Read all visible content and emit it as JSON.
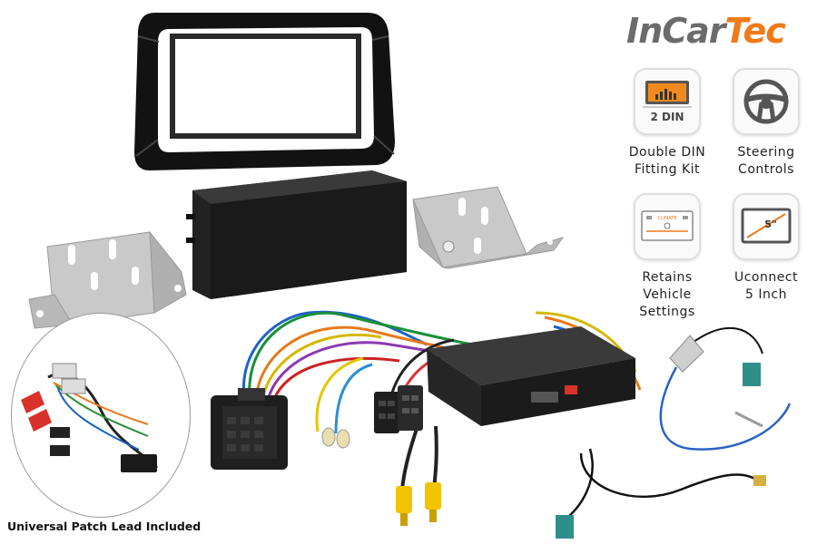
{
  "brand": {
    "name_part1": "InCar",
    "name_part2": "Tec"
  },
  "features": [
    {
      "icon": "double-din-icon",
      "badge": "2 DIN",
      "label_line1": "Double DIN",
      "label_line2": "Fitting Kit"
    },
    {
      "icon": "steering-wheel-icon",
      "label_line1": "Steering",
      "label_line2": "Controls"
    },
    {
      "icon": "climate-screen-icon",
      "screen_text": "CLIMATE",
      "label_line1": "Retains Vehicle",
      "label_line2": "Settings"
    },
    {
      "icon": "screen-size-icon",
      "size_text": "5\"",
      "label_line1": "Uconnect",
      "label_line2": "5 Inch"
    }
  ],
  "patch_lead": {
    "caption": "Universal Patch Lead Included"
  },
  "colors": {
    "brand_grey": "#6b6b6b",
    "brand_orange": "#f07a1a",
    "frame_black": "#151515",
    "bracket_silver": "#c9c9c9",
    "rca_yellow": "#f2c400"
  }
}
